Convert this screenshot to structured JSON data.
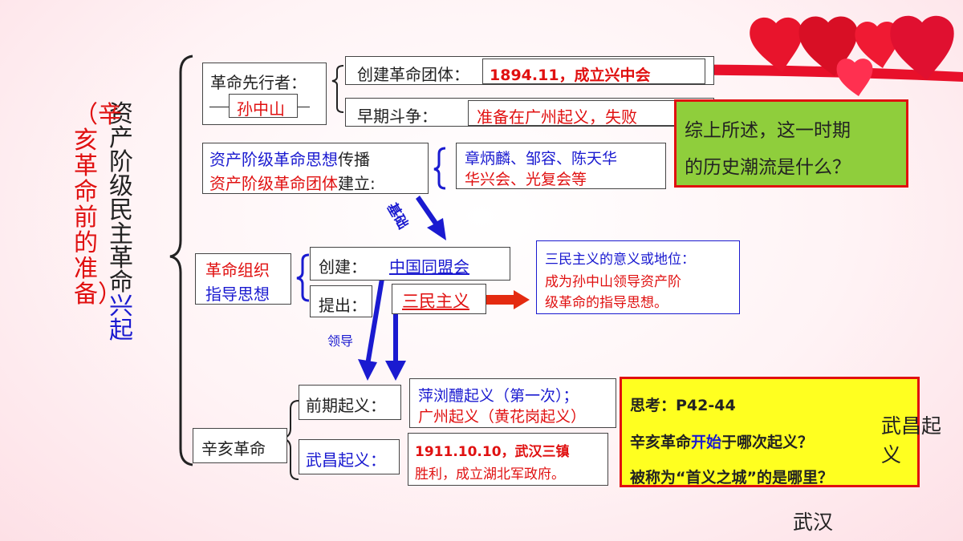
{
  "title_vertical": {
    "part1": "资产阶级民主革命",
    "part2": "兴起",
    "paren_open": "（",
    "sub": "辛亥革命前的准备",
    "paren_close": "）"
  },
  "pioneer": {
    "label": "革命先行者：",
    "name": "孙中山"
  },
  "found_org": {
    "label": "创建革命团体：",
    "value": "1894.11，成立兴中会"
  },
  "early_struggle": {
    "label": "早期斗争：",
    "value": "准备在广州起义，失败"
  },
  "summary_question": {
    "line1": "综上所述，这一时期",
    "line2": "的历史潮流是什么？"
  },
  "spread": {
    "line1_a": "资产阶级革命思想",
    "line1_b": "传播",
    "line2_a": "资产阶级革命团体",
    "line2_b": "建立:",
    "people": "章炳麟、邹容、陈天华",
    "groups": "华兴会、光复会等"
  },
  "foundation_label": "基础",
  "guide": {
    "line1": "革命组织",
    "line2": "指导思想"
  },
  "create": {
    "label": "创建：",
    "value": "中国同盟会"
  },
  "propose": {
    "label": "提出：",
    "value": "三民主义"
  },
  "sanmin_meaning": {
    "line1": "三民主义的意义或地位：",
    "line2": "成为孙中山领导资产阶",
    "line3": "级革命的指导思想。"
  },
  "lead_label": "领导",
  "revolution": {
    "label": "辛亥革命"
  },
  "early_uprising": {
    "label": "前期起义：",
    "line1": "萍浏醴起义（第一次）；",
    "line2": "广州起义（黄花岗起义）"
  },
  "wuchang": {
    "label": "武昌起义：",
    "line1": "1911.10.10，武汉三镇",
    "line2": "胜利，成立湖北军政府。"
  },
  "think": {
    "title": "思考：P42-44",
    "q1_a": "辛亥革命",
    "q1_b": "开始",
    "q1_c": "于哪次起义？",
    "q2": "被称为“首义之城”的是哪里？"
  },
  "answer1": {
    "line1": "武昌起",
    "line2": "义"
  },
  "answer2": "武汉",
  "colors": {
    "accent_red": "#e01010",
    "accent_blue": "#1a1ad0",
    "highlight_yellow": "#ffff20",
    "green_box": "#8fce3c"
  }
}
